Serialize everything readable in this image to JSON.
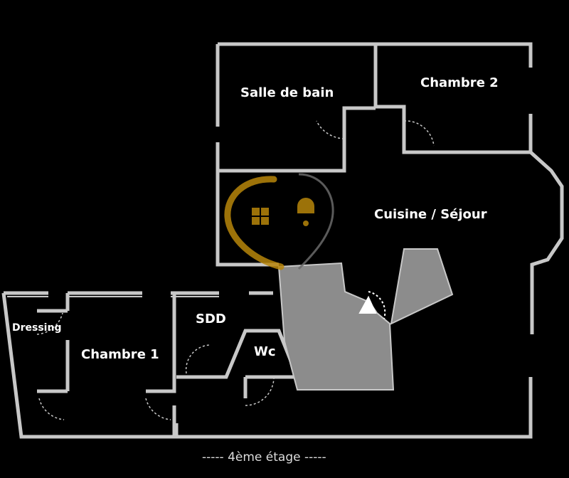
{
  "plan": {
    "rooms": {
      "salle_de_bain": "Salle de bain",
      "chambre_2": "Chambre 2",
      "cuisine_sejour": "Cuisine / Séjour",
      "dressing": "Dressing",
      "chambre_1": "Chambre 1",
      "sdd": "SDD",
      "wc": "Wc"
    },
    "floor": "----- 4ème étage -----"
  },
  "colors": {
    "background": "#000000",
    "wall": "#c8c8c8",
    "stairs_fill": "#8c8c8c",
    "logo_gold": "#b8860b"
  }
}
